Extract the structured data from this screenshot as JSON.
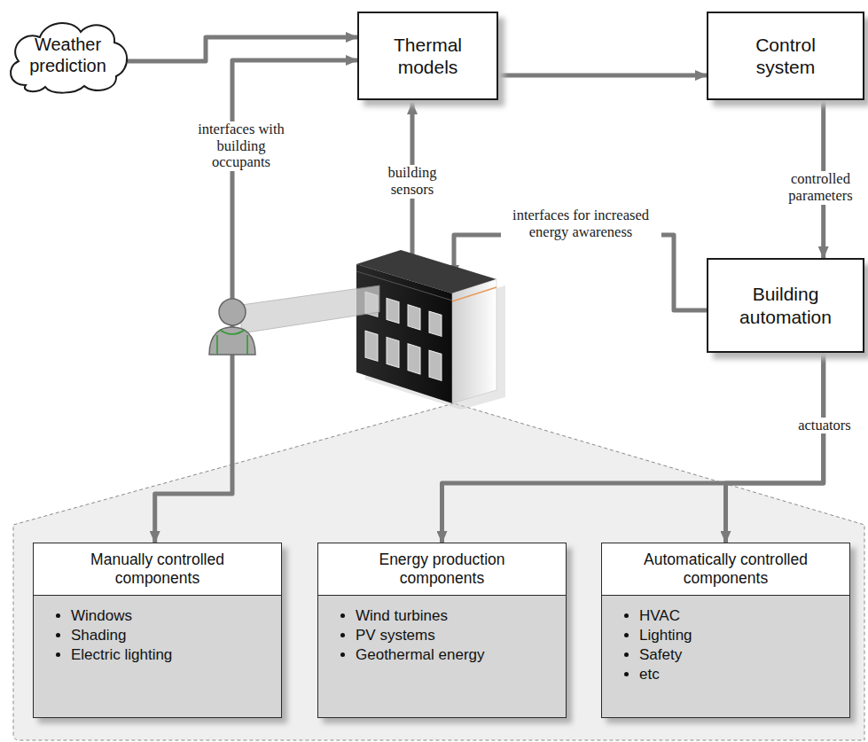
{
  "diagram": {
    "nodes": [
      {
        "text": [
          "Weather prediction"
        ]
      },
      {
        "text": [
          "Thermal models"
        ]
      },
      {
        "text": [
          "Control system"
        ]
      },
      {
        "text": [
          "Building automation"
        ]
      },
      {
        "text": [
          "Manually controlled components",
          "Windows",
          "Shading",
          "Electric lighting"
        ]
      },
      {
        "text": [
          "Energy production components",
          "Wind turbines",
          "PV systems",
          "Geothermal energy"
        ]
      },
      {
        "text": [
          "Automatically controlled components",
          "HVAC",
          "Lighting",
          "Safety",
          "etc"
        ]
      }
    ],
    "edges": [
      {
        "from": 0,
        "to": 1,
        "arrow": "to"
      },
      {
        "from": 1,
        "to": 2,
        "arrow": "to"
      },
      {
        "from": 2,
        "to": 3,
        "label": "controlled parameters",
        "arrow": "to"
      },
      {
        "from": 3,
        "to": 5,
        "label": "actuators",
        "arrow": "to"
      },
      {
        "from": 3,
        "to": 6,
        "arrow": "to"
      },
      {
        "from": 4,
        "to": 1,
        "label": "interfaces with building occupants",
        "arrow": "both"
      }
    ],
    "labels": [
      "interfaces for increased energy awareness",
      "building sensors"
    ]
  }
}
